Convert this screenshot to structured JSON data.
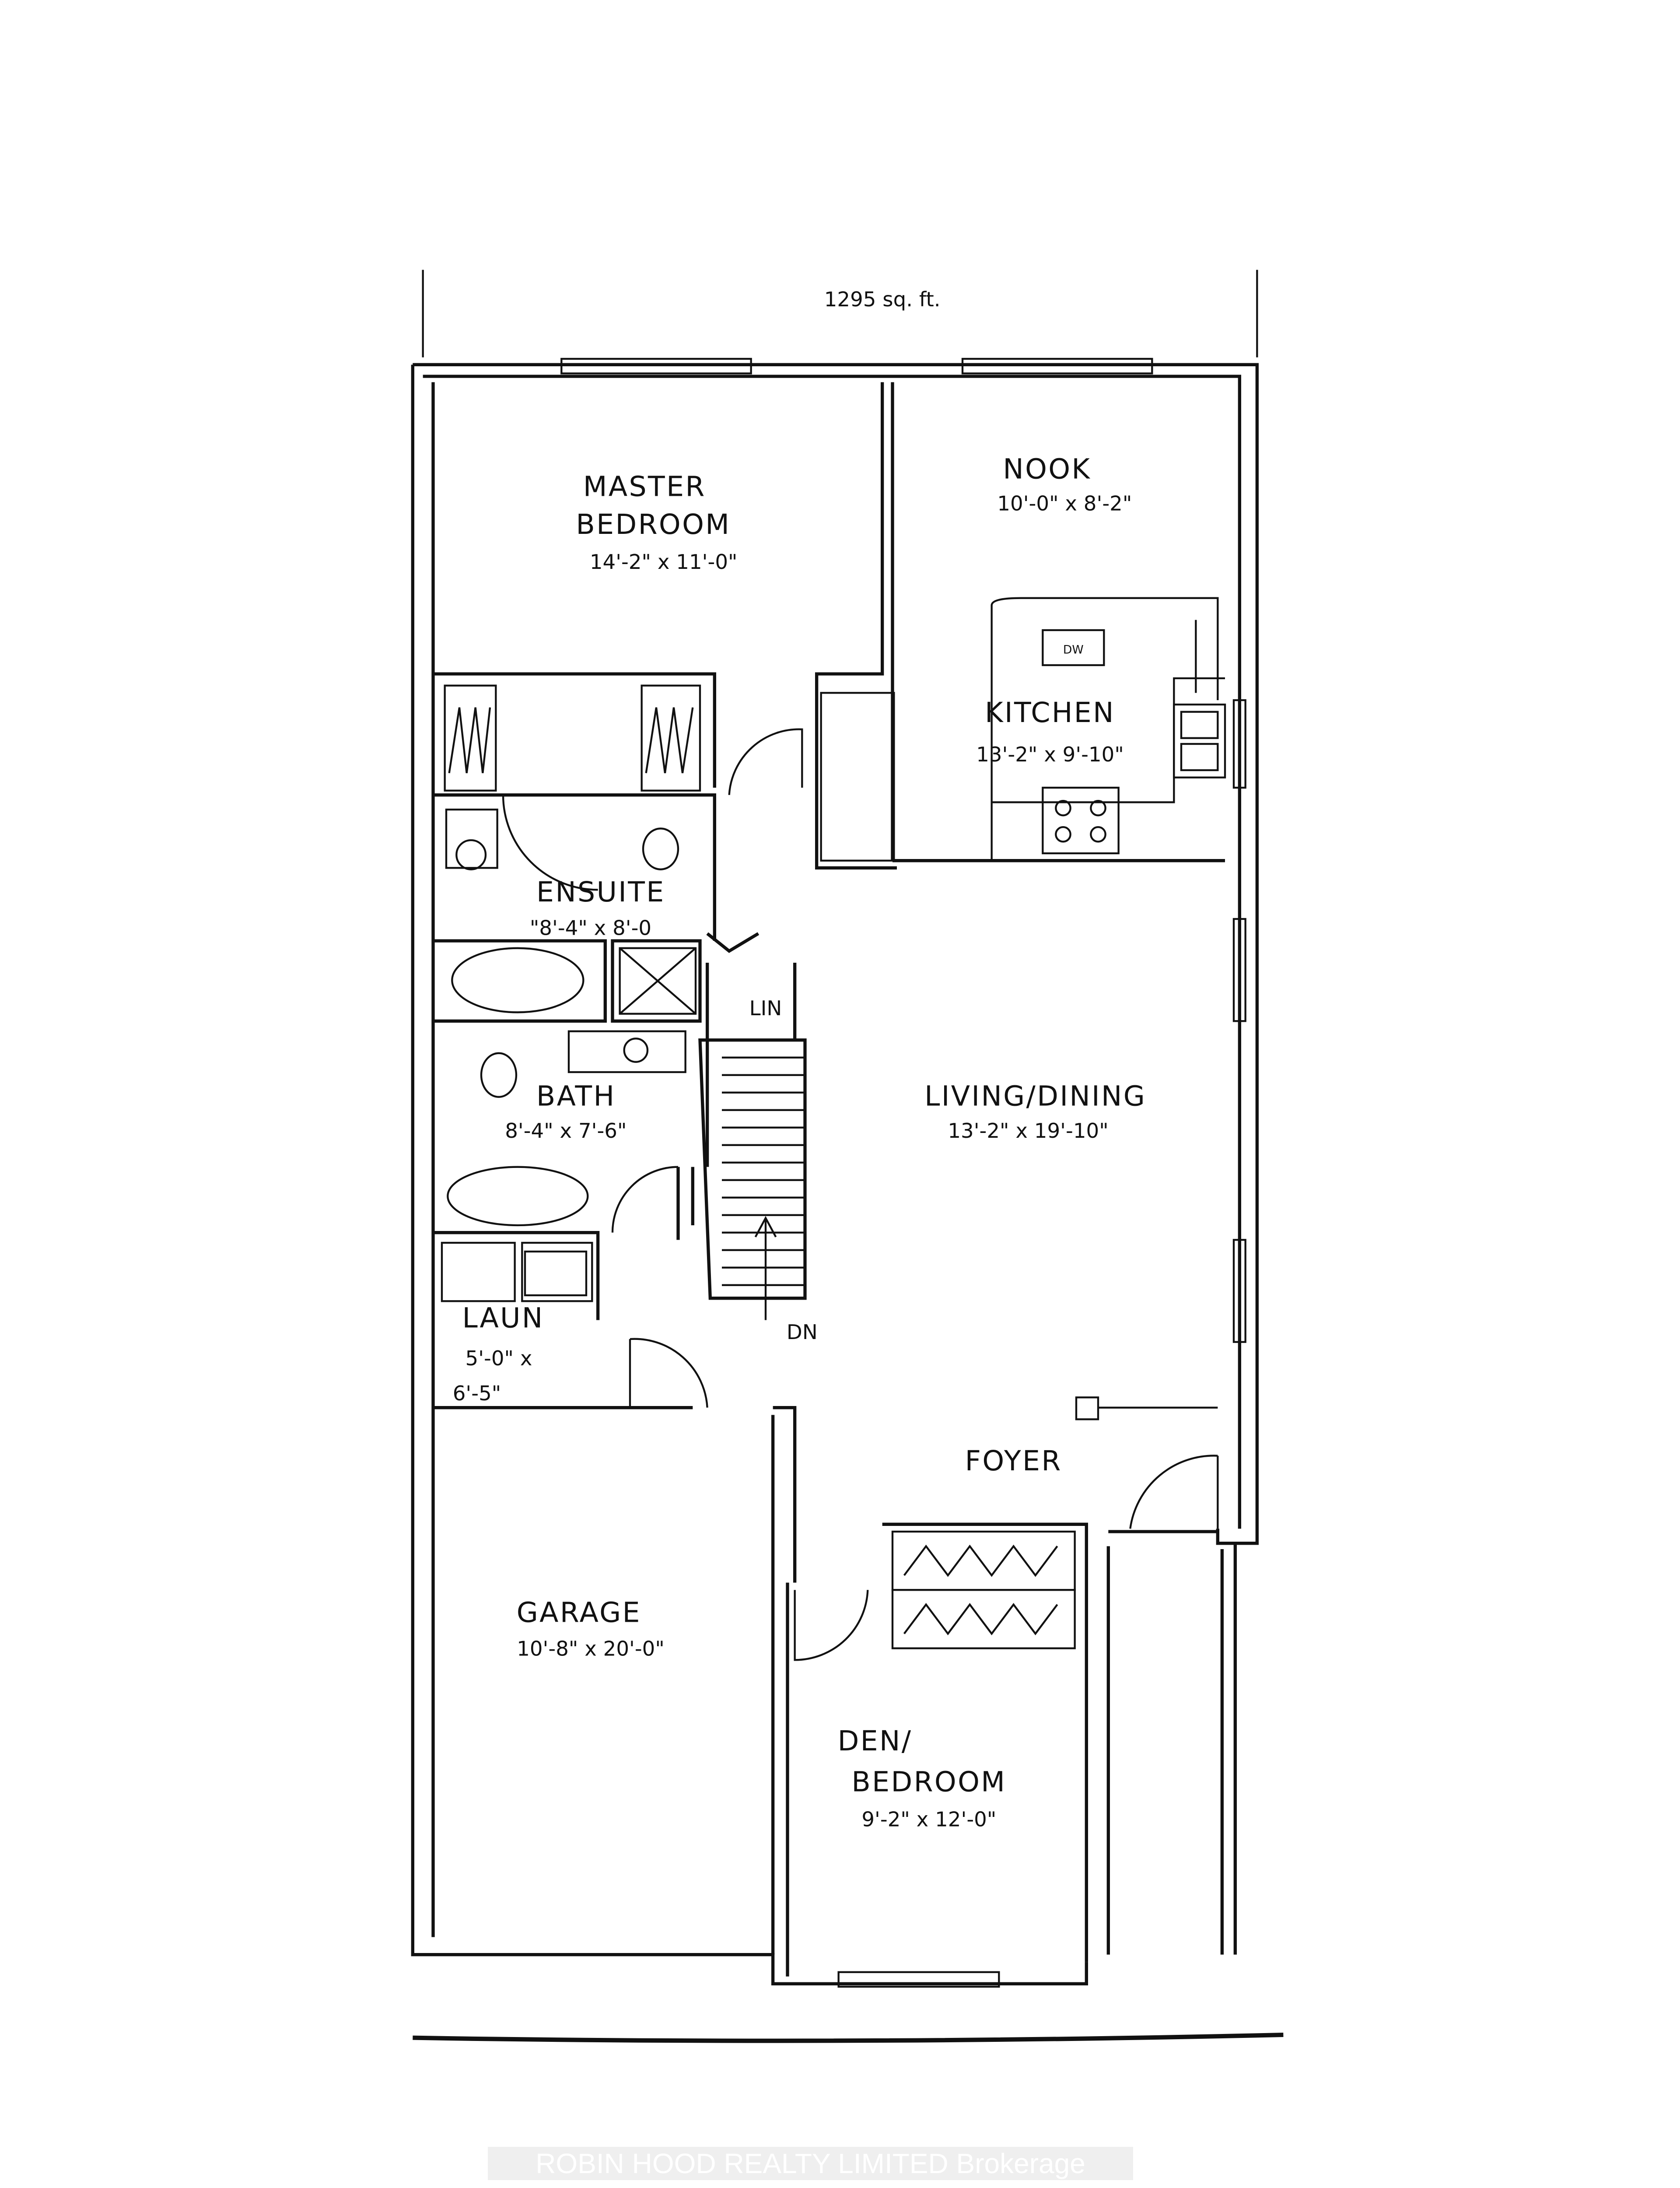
{
  "plan": {
    "total_area": "1295 sq. ft.",
    "rooms": {
      "master_bedroom": {
        "name_line1": "MASTER",
        "name_line2": "BEDROOM",
        "size": "14'-2\" x 11'-0\""
      },
      "nook": {
        "name": "NOOK",
        "size": "10'-0\" x 8'-2\""
      },
      "kitchen": {
        "name": "KITCHEN",
        "size": "13'-2\" x 9'-10\"",
        "dishwasher": "DW"
      },
      "ensuite": {
        "name": "ENSUITE",
        "size": "\"8'-4\" x 8'-0"
      },
      "linen": {
        "name": "LIN"
      },
      "living_dining": {
        "name": "LIVING/DINING",
        "size": "13'-2\" x 19'-10\""
      },
      "bath": {
        "name": "BATH",
        "size": "8'-4\" x 7'-6\""
      },
      "laundry": {
        "name": "LAUN",
        "size_line1": "5'-0\" x",
        "size_line2": "6'-5\""
      },
      "stairs": {
        "label": "DN"
      },
      "foyer": {
        "name": "FOYER"
      },
      "garage": {
        "name": "GARAGE",
        "size": "10'-8\" x 20'-0\""
      },
      "den": {
        "name_line1": "DEN/",
        "name_line2": "BEDROOM",
        "size": "9'-2\" x 12'-0\""
      }
    }
  },
  "watermark": "ROBIN HOOD REALTY LIMITED  Brokerage"
}
